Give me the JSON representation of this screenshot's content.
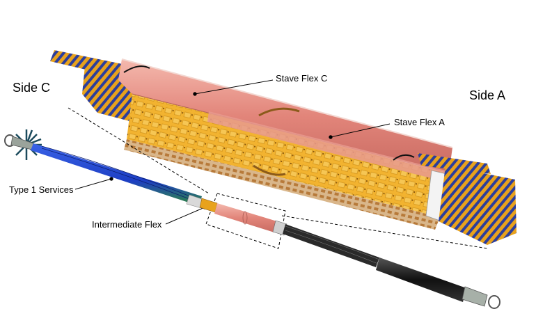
{
  "labels": {
    "side_c": "Side C",
    "side_a": "Side A",
    "stave_flex_c": "Stave Flex C",
    "stave_flex_a": "Stave Flex A",
    "type1_services": "Type 1 Services",
    "intermediate_flex": "Intermediate Flex"
  },
  "colors": {
    "stave_orange": "#e8a21c",
    "flex_pink": "#e89a8e",
    "stripe_blue": "#2c3e9c",
    "service_blue": "#1d3fc4",
    "service_green": "#2f8a3a",
    "bundle_black": "#1a1a1a"
  }
}
